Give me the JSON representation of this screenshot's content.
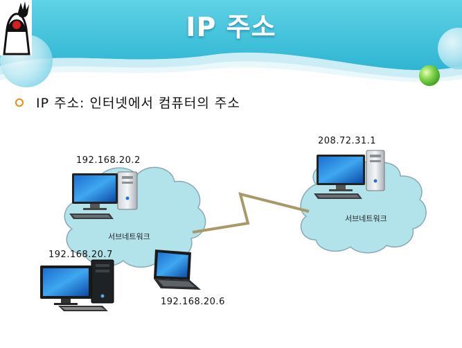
{
  "header": {
    "title": "IP 주소",
    "logo_icon": "duke-mascot-icon"
  },
  "bullet": {
    "icon": "bullet-circle-icon",
    "text": "IP 주소: 인터넷에서 컴퓨터의 주소"
  },
  "diagram": {
    "left_network": {
      "label": "서브네트워크",
      "hosts": [
        {
          "ip": "192.168.20.2",
          "device": "desktop-computer-icon"
        },
        {
          "ip": "192.168.20.7",
          "device": "desktop-computer-icon"
        },
        {
          "ip": "192.168.20.6",
          "device": "laptop-icon"
        }
      ]
    },
    "right_network": {
      "label": "서브네트워크",
      "hosts": [
        {
          "ip": "208.72.31.1",
          "device": "desktop-computer-icon"
        }
      ]
    },
    "link_icon": "network-link-icon"
  },
  "colors": {
    "header_blue": "#3cc3dc",
    "cloud_fill": "#b3e3ea",
    "cloud_stroke": "#8aa8b4",
    "link_line": "#a89a68",
    "bullet_orange": "#f08a10"
  }
}
